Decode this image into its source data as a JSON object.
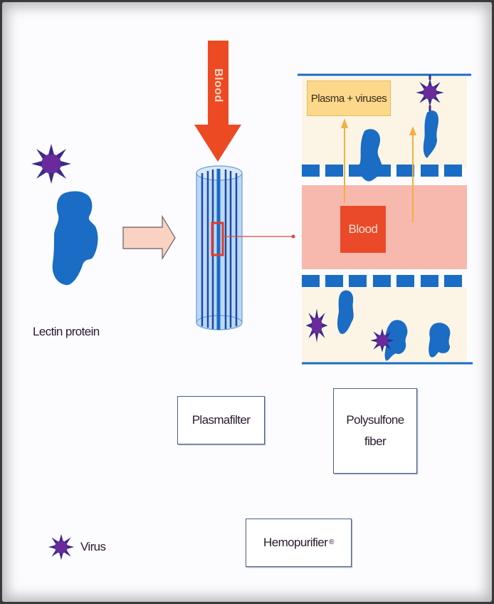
{
  "diagram": {
    "labels": {
      "lectin_protein": "Lectin protein",
      "blood_arrow": "Blood",
      "plasma_viruses": "Plasma + viruses",
      "blood_channel": "Blood",
      "plasmafilter": "Plasmafilter",
      "polysulfone_fiber_line1": "Polysulfone",
      "polysulfone_fiber_line2": "fiber",
      "hemopurifier": "Hemopurifier",
      "hemopurifier_mark": "®",
      "legend_virus": "Virus"
    },
    "colors": {
      "virus": "#6a2a9c",
      "virus_spikes": "#3a2a8a",
      "protein": "#1a6cc4",
      "blood_arrow": "#ec4a22",
      "blood_box": "#ea4a2a",
      "blood_channel": "#f7b9ad",
      "plasma_area": "#fcf5e6",
      "plasma_label_bg": "#fbd88a",
      "flow_arrow": "#f2b042",
      "membrane": "#1a6cc4",
      "process_arrow_fill": "#f9d2c2",
      "filter_body": "#bcd8f4"
    }
  }
}
